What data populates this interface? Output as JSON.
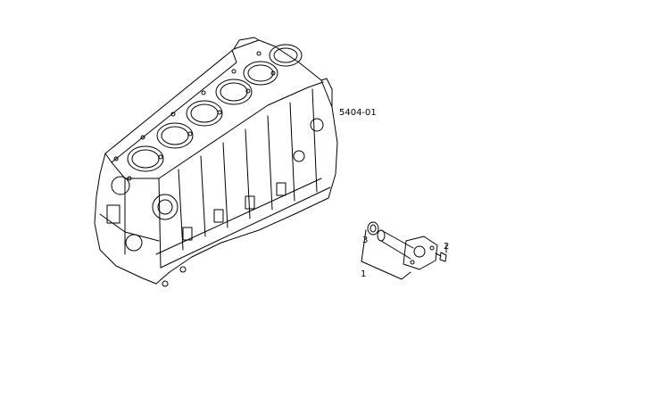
{
  "diagram": {
    "reference_code": "5404-01",
    "callouts": [
      {
        "id": "1",
        "label": "1"
      },
      {
        "id": "2",
        "label": "2"
      },
      {
        "id": "3",
        "label": "3"
      }
    ],
    "colors": {
      "line": "#000000",
      "background": "#ffffff"
    }
  }
}
